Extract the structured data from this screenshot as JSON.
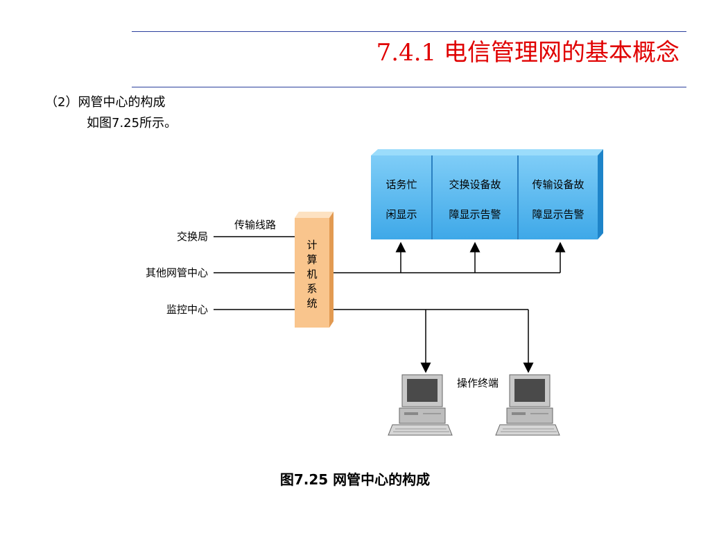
{
  "slide": {
    "title": "7.4.1 电信管理网的基本概念",
    "line1": "（2）网管中心的构成",
    "line2": "如图7.25所示。"
  },
  "diagram": {
    "inputs": [
      "交换局",
      "其他网管中心",
      "监控中心"
    ],
    "link_label": "传输线路",
    "computer_label": [
      "计",
      "算",
      "机",
      "系",
      "统"
    ],
    "displays": [
      {
        "line1": "话务忙",
        "line2": "闲显示"
      },
      {
        "line1": "交换设备故",
        "line2": "障显示告警"
      },
      {
        "line1": "传输设备故",
        "line2": "障显示告警"
      }
    ],
    "terminal_label": "操作终端",
    "caption": "图7.25  网管中心的构成"
  },
  "colors": {
    "title": "#e00000",
    "rule": "#2a3f9c",
    "display_panel": "#4fb6f0",
    "computer_box": "#f9c58d"
  }
}
